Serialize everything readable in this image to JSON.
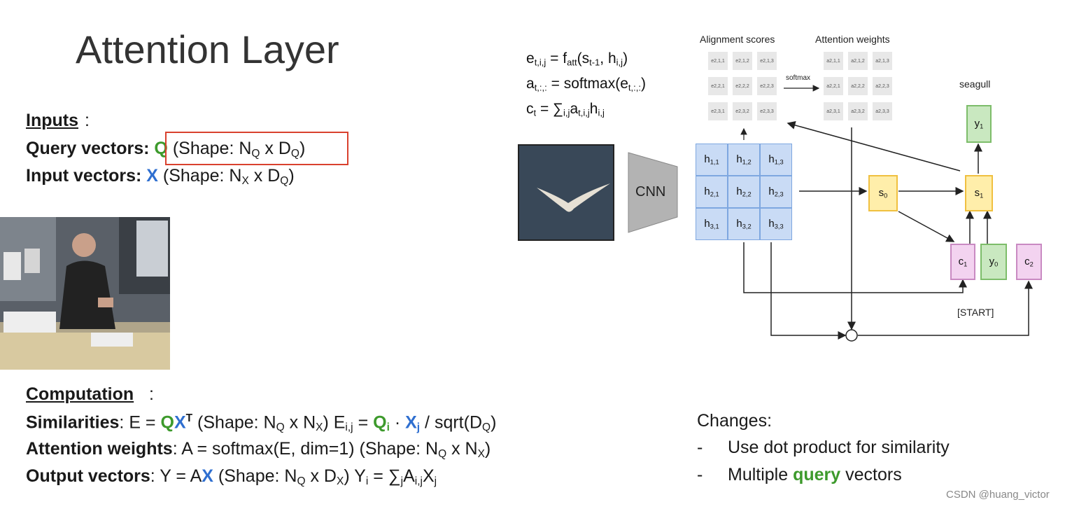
{
  "title": "Attention Layer",
  "inputs": {
    "heading": "Inputs",
    "query_label": "Query vectors",
    "query_sym": "Q",
    "query_shape_pre": "(Shape: N",
    "query_shape_sub1": "Q",
    "query_shape_mid": " x D",
    "query_shape_sub2": "Q",
    "query_shape_post": ")",
    "input_label": "Input vectors",
    "input_sym": "X",
    "input_shape_pre": "(Shape: N",
    "input_shape_sub1": "X",
    "input_shape_mid": " x D",
    "input_shape_sub2": "Q",
    "input_shape_post": ")"
  },
  "computation": {
    "heading": "Computation",
    "sim_label": "Similarities",
    "sim_text": "E = ",
    "sim_q": "Q",
    "sim_x": "X",
    "sim_T": "T",
    "sim_shape": "(Shape: N",
    "sim_sub1": "Q",
    "sim_mid": " x N",
    "sim_sub2": "X",
    "sim_eij": ") E",
    "sim_eij_sub": "i,j",
    "sim_eq": " = ",
    "sim_qi": "Q",
    "sim_qi_sub": "i",
    "sim_dot": " · ",
    "sim_xj": "X",
    "sim_xj_sub": "j",
    "sim_tail": " / sqrt(D",
    "sim_tail_sub": "Q",
    "sim_tail_end": ")",
    "att_label": "Attention weights",
    "att_text": "A = softmax(E, dim=1)  (Shape: N",
    "att_sub1": "Q",
    "att_mid": " x N",
    "att_sub2": "X",
    "att_end": ")",
    "out_label": "Output vectors",
    "out_text": "Y = A",
    "out_x": "X",
    "out_shape": " (Shape: N",
    "out_sub1": "Q",
    "out_mid": " x D",
    "out_sub2": "X",
    "out_y": ") Y",
    "out_y_sub": "i",
    "out_eq": " = ∑",
    "out_sum_sub": "j",
    "out_a": "A",
    "out_a_sub": "i,j",
    "out_xj": "X",
    "out_xj_sub": "j"
  },
  "changes": {
    "heading": "Changes:",
    "item1": "Use dot product for similarity",
    "item2_pre": "Multiple ",
    "item2_hl": "query",
    "item2_post": " vectors",
    "dash": "-"
  },
  "diagram": {
    "eq1": "e",
    "eq1_sub": "t,i,j",
    "eq1_rest": " = f",
    "eq1_fsub": "att",
    "eq1_args": "(s",
    "eq1_ssub": "t-1",
    "eq1_mid": ", h",
    "eq1_hsub": "i,j",
    "eq1_end": ")",
    "eq2": "a",
    "eq2_sub": "t,:,:",
    "eq2_rest": " = softmax(e",
    "eq2_esub": "t,:,:",
    "eq2_end": ")",
    "eq3": "c",
    "eq3_sub": "t",
    "eq3_rest": " = ∑",
    "eq3_ssub": "i,j",
    "eq3_a": "a",
    "eq3_asub": "t,i,j",
    "eq3_h": "h",
    "eq3_hsub": "i,j",
    "align_label": "Alignment scores",
    "attw_label": "Attention weights",
    "softmax_label": "softmax",
    "seagull_label": "seagull",
    "cnn_label": "CNN",
    "start_label": "[START]",
    "e_cells": [
      "e2,1,1",
      "e2,1,2",
      "e2,1,3",
      "e2,2,1",
      "e2,2,2",
      "e2,2,3",
      "e2,3,1",
      "e2,3,2",
      "e2,3,3"
    ],
    "a_cells": [
      "a2,1,1",
      "a2,1,2",
      "a2,1,3",
      "a2,2,1",
      "a2,2,2",
      "a2,2,3",
      "a2,3,1",
      "a2,3,2",
      "a2,3,3"
    ],
    "h_cells": [
      {
        "b": "h",
        "s": "1,1"
      },
      {
        "b": "h",
        "s": "1,2"
      },
      {
        "b": "h",
        "s": "1,3"
      },
      {
        "b": "h",
        "s": "2,1"
      },
      {
        "b": "h",
        "s": "2,2"
      },
      {
        "b": "h",
        "s": "2,3"
      },
      {
        "b": "h",
        "s": "3,1"
      },
      {
        "b": "h",
        "s": "3,2"
      },
      {
        "b": "h",
        "s": "3,3"
      }
    ],
    "s0": {
      "b": "s",
      "s": "0"
    },
    "s1": {
      "b": "s",
      "s": "1"
    },
    "y1": {
      "b": "y",
      "s": "1"
    },
    "c1": {
      "b": "c",
      "s": "1"
    },
    "y0": {
      "b": "y",
      "s": "0"
    },
    "c2": {
      "b": "c",
      "s": "2"
    }
  },
  "watermark": "CSDN @huang_victor"
}
